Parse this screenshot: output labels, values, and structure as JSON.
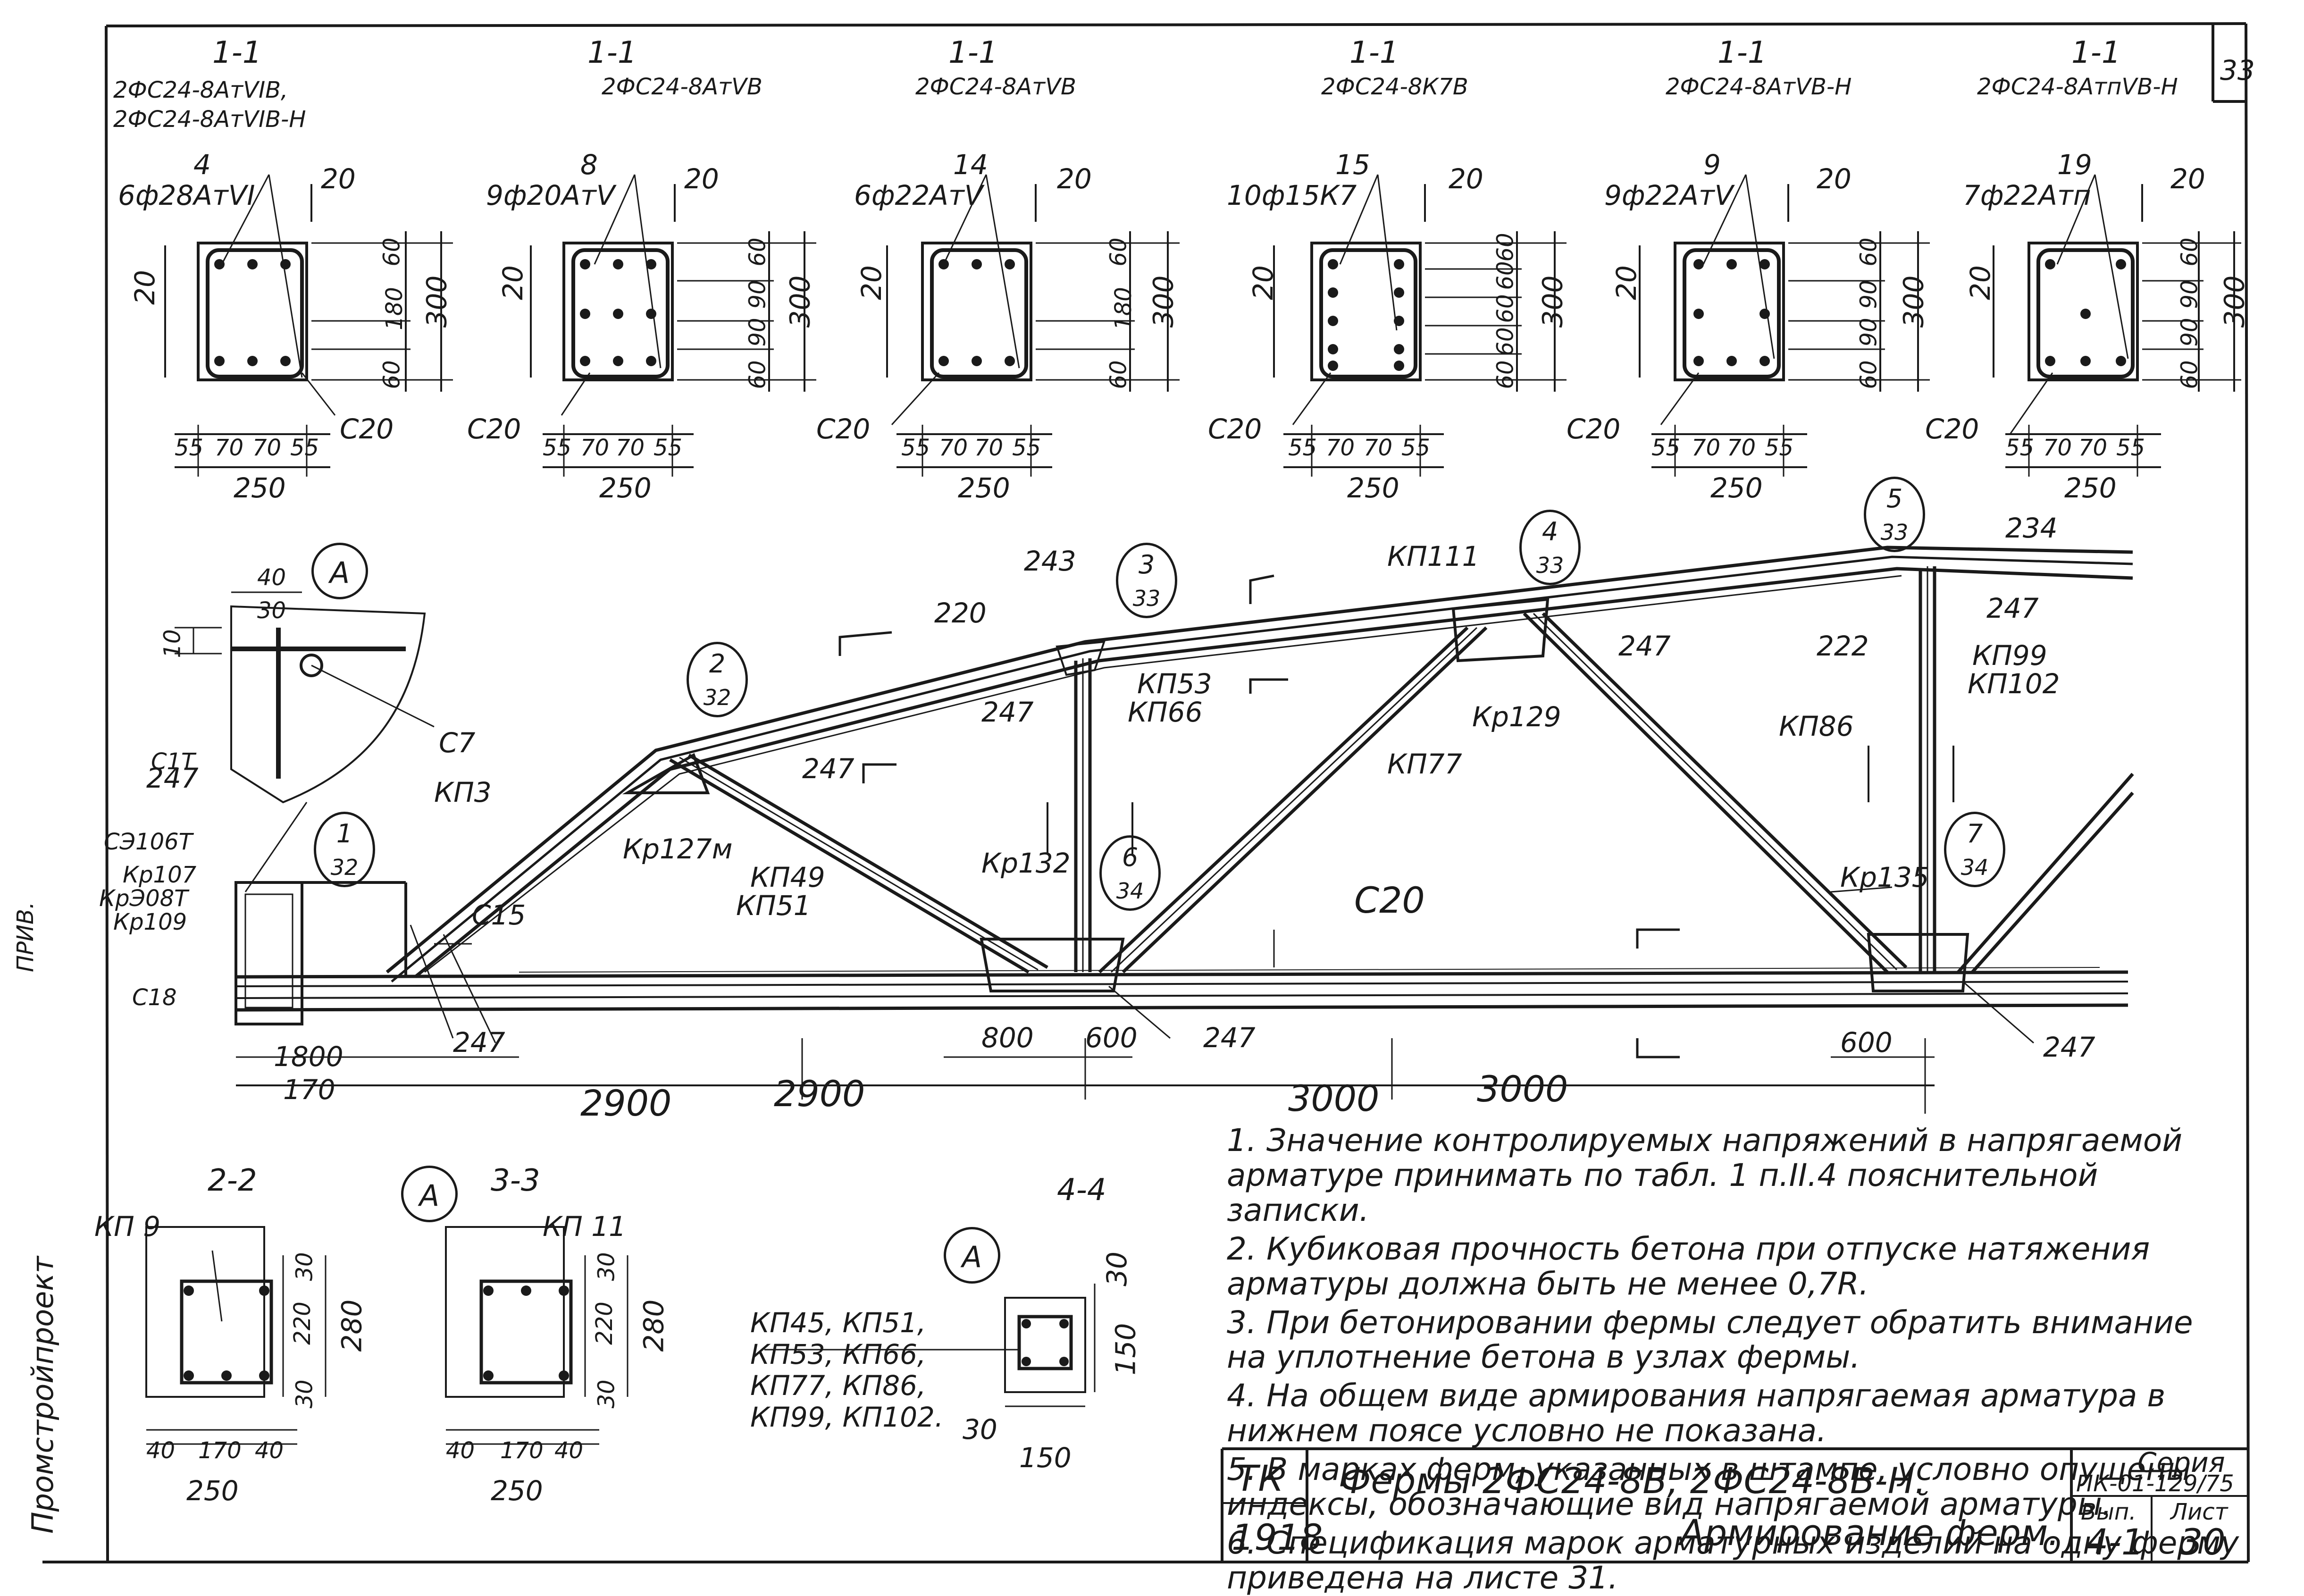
{
  "sheet_page": "33",
  "left_margin": {
    "org": "Промстройпроект",
    "inv": "ПРИВ."
  },
  "sections_top": [
    {
      "mark": "1-1",
      "title": "2ФС24-8АтVIВ, 2ФС24-8АтVIВ-Н",
      "rebar_pos": "4",
      "rebar": "6ф28АтVI",
      "cover_top": "20",
      "cover_side": "20",
      "dims_v": [
        "60",
        "180",
        "60"
      ],
      "height": "300",
      "dims_h": [
        "55",
        "70",
        "70",
        "55"
      ],
      "width": "250",
      "stirrup": "С20"
    },
    {
      "mark": "1-1",
      "title": "2ФС24-8АтVВ",
      "rebar_pos": "8",
      "rebar": "9ф20АтV",
      "cover_top": "20",
      "cover_side": "20",
      "dims_v": [
        "60",
        "90",
        "90",
        "60"
      ],
      "height": "300",
      "dims_h": [
        "55",
        "70",
        "70",
        "55"
      ],
      "width": "250",
      "stirrup": "С20"
    },
    {
      "mark": "1-1",
      "title": "2ФС24-8АтVВ",
      "rebar_pos": "14",
      "rebar": "6ф22АтV",
      "cover_top": "20",
      "cover_side": "20",
      "dims_v": [
        "60",
        "180",
        "60"
      ],
      "height": "300",
      "dims_h": [
        "55",
        "70",
        "70",
        "55"
      ],
      "width": "250",
      "stirrup": "С20"
    },
    {
      "mark": "1-1",
      "title": "2ФС24-8К7В",
      "rebar_pos": "15",
      "rebar": "10ф15К7",
      "cover_top": "20",
      "cover_side": "20",
      "dims_v": [
        "60",
        "60",
        "60",
        "60",
        "60"
      ],
      "height": "300",
      "dims_h": [
        "55",
        "70",
        "70",
        "55"
      ],
      "width": "250",
      "stirrup": "С20"
    },
    {
      "mark": "1-1",
      "title": "2ФС24-8АтVВ-Н",
      "rebar_pos": "9",
      "rebar": "9ф22АтV",
      "cover_top": "20",
      "cover_side": "20",
      "dims_v": [
        "60",
        "90",
        "90",
        "60"
      ],
      "height": "300",
      "dims_h": [
        "55",
        "70",
        "70",
        "55"
      ],
      "width": "250",
      "stirrup": "С20"
    },
    {
      "mark": "1-1",
      "title": "2ФС24-8АтпVВ-Н",
      "rebar_pos": "19",
      "rebar": "7ф22Атп",
      "cover_top": "20",
      "cover_side": "20",
      "dims_v": [
        "60",
        "90",
        "90",
        "60"
      ],
      "height": "300",
      "dims_h": [
        "55",
        "70",
        "70",
        "55"
      ],
      "width": "250",
      "stirrup": "С20"
    }
  ],
  "detail_a": {
    "letter": "А",
    "d1": "40",
    "d2": "30",
    "d3": "10",
    "label": "С7"
  },
  "truss": {
    "left_labels": [
      "СЭ106Т",
      "Кр107",
      "КрЭ08Т",
      "Кр109",
      "С18",
      "С1Т"
    ],
    "labels": [
      {
        "id": "kp3",
        "text": "КП3"
      },
      {
        "id": "kp127",
        "text": "Кр127м"
      },
      {
        "id": "kp49",
        "text": "КП49"
      },
      {
        "id": "kp51",
        "text": "КП51"
      },
      {
        "id": "kp53",
        "text": "КП53"
      },
      {
        "id": "kp66",
        "text": "КП66"
      },
      {
        "id": "kp132",
        "text": "Кр132"
      },
      {
        "id": "kp129",
        "text": "Кр129"
      },
      {
        "id": "kp77",
        "text": "КП77"
      },
      {
        "id": "kp111",
        "text": "КП111"
      },
      {
        "id": "kp86",
        "text": "КП86"
      },
      {
        "id": "kp99",
        "text": "КП99"
      },
      {
        "id": "kp102",
        "text": "КП102"
      },
      {
        "id": "kp135",
        "text": "Кр135"
      },
      {
        "id": "c15",
        "text": "С15"
      },
      {
        "id": "c20",
        "text": "С20"
      },
      {
        "id": "n247a",
        "text": "247"
      },
      {
        "id": "n247b",
        "text": "247"
      },
      {
        "id": "n247c",
        "text": "247"
      },
      {
        "id": "n247d",
        "text": "247"
      },
      {
        "id": "n247e",
        "text": "247"
      },
      {
        "id": "n247f",
        "text": "247"
      },
      {
        "id": "n247g",
        "text": "247"
      },
      {
        "id": "n247h",
        "text": "247"
      },
      {
        "id": "n220",
        "text": "220"
      },
      {
        "id": "n243",
        "text": "243"
      },
      {
        "id": "n222",
        "text": "222"
      },
      {
        "id": "n234",
        "text": "234"
      }
    ],
    "callouts": [
      {
        "top": "1",
        "bottom": "32"
      },
      {
        "top": "2",
        "bottom": "32"
      },
      {
        "top": "3",
        "bottom": "33"
      },
      {
        "top": "4",
        "bottom": "33"
      },
      {
        "top": "5",
        "bottom": "33"
      },
      {
        "top": "6",
        "bottom": "34"
      },
      {
        "top": "7",
        "bottom": "34"
      }
    ],
    "dims": {
      "d1800": "1800",
      "d170": "170",
      "d2900a": "2900",
      "d2900b": "2900",
      "d800": "800",
      "d600a": "600",
      "d3000a": "3000",
      "d3000b": "3000",
      "d600b": "600"
    }
  },
  "sections_bottom": [
    {
      "mark": "2-2",
      "label": "КП 9",
      "d30a": "30",
      "d220": "220",
      "d30b": "30",
      "d280": "280",
      "d40a": "40",
      "d170": "170",
      "d40b": "40",
      "d250": "250"
    },
    {
      "mark": "3-3",
      "label": "КП 11",
      "d30a": "30",
      "d220": "220",
      "d30b": "30",
      "d280": "280",
      "d40a": "40",
      "d170": "170",
      "d40b": "40",
      "d250": "250"
    }
  ],
  "section_44": {
    "mark": "4-4",
    "label": "КП45, КП51, КП53, КП66, КП77, КП86, КП99, КП102.",
    "d30a": "30",
    "d150a": "150",
    "d30b": "30",
    "d150b": "150"
  },
  "notes": [
    "1. Значение контролируемых напряжений в напрягаемой арматуре принимать по табл. 1 п.II.4 пояснительной записки.",
    "2. Кубиковая прочность бетона при отпуске натяжения арматуры должна быть не менее 0,7R.",
    "3. При бетонировании фермы следует обратить внимание на уплотнение бетона в узлах фермы.",
    "4. На общем виде армирования напрягаемая арматура в нижнем поясе условно не показана.",
    "5. В марках ферм, указанных в штампе, условно опущены индексы, обозначающие вид напрягаемой арматуры.",
    "6. Спецификация марок арматурных изделий на одну ферму приведена на листе 31."
  ],
  "title_block": {
    "tk": "ТК",
    "num": "1918",
    "title1": "Фермы 2ФС24-8В, 2ФС24-8В-Н.",
    "title2": "Армирование ферм.",
    "series_label": "Серия",
    "series": "ПК-01-129/75",
    "vyp_label": "Вып.",
    "vyp": "4-1",
    "list_label": "Лист",
    "list": "30"
  }
}
